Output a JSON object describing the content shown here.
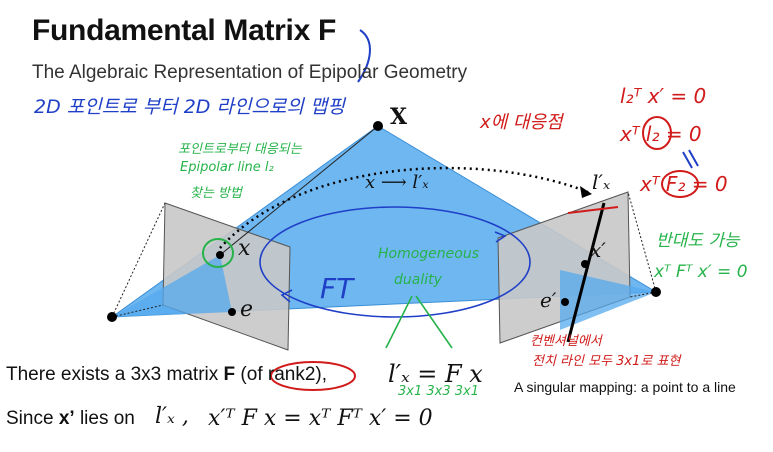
{
  "slide": {
    "title": "Fundamental Matrix F",
    "subtitle": "The Algebraic Representation of Epipolar Geometry",
    "line1": {
      "text": "There exists a 3x3 matrix",
      "bold": "F",
      "paren": "(of rank2),"
    },
    "equation1": "l′ₓ = F x",
    "line2": {
      "text": "Since",
      "bold": "x’",
      "rest": "lies on"
    },
    "line2_sym": "l′ₓ ,",
    "equation2": "x′ᵀ F x = xᵀ Fᵀ x′ = 0",
    "caption": "A singular mapping: a point to a line"
  },
  "diagram": {
    "X": "X",
    "x": "x",
    "e": "e",
    "x_prime": "x′",
    "e_prime": "e′",
    "l_prime": "l′ₓ",
    "map_label": "x ⟶ l′ₓ",
    "FT": "FT"
  },
  "annotations": {
    "blue_note": "2D 포인트로 부터 2D 라인으로의 맵핑",
    "red_note": "x에 대응점",
    "red_eq1": "l₂ᵀ x′ = 0",
    "red_eq2": "xᵀ l₂ = 0",
    "red_eq3": "xᵀ F₂ = 0",
    "red_bottom": "전치 라인 모두 3x1로 표현",
    "red_bottom_top": "컨벤셔널에서",
    "green_note1": "포인트로부터 대응되는",
    "green_note2": "Epipolar line l₂",
    "green_note3": "찾는 방법",
    "green_homog1": "Homogeneous",
    "green_homog2": "duality",
    "green_right1": "반대도 가능",
    "green_right2": "xᵀ Fᵀ x′ = 0",
    "green_dims": "3x1 3x3 3x1",
    "colors": {
      "blue": "#1f3fc7",
      "red": "#d11a1a",
      "green": "#26b34a",
      "plane_fill": "#55aaee"
    }
  }
}
